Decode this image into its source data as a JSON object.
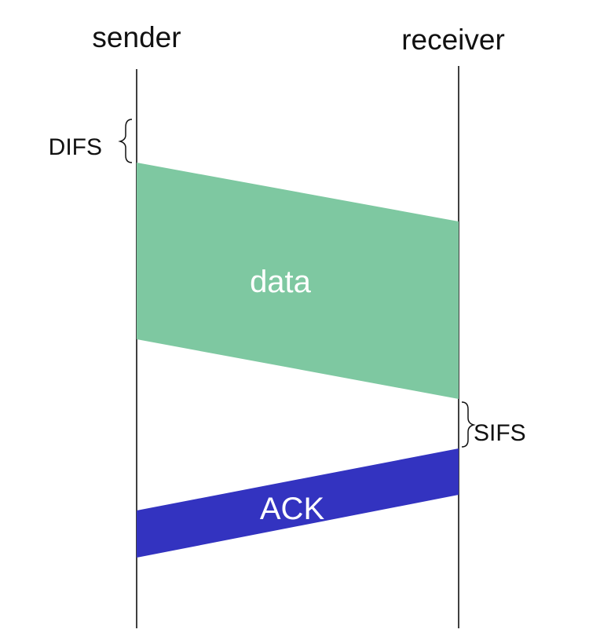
{
  "actors": {
    "sender": "sender",
    "receiver": "receiver"
  },
  "intervals": {
    "difs": "DIFS",
    "sifs": "SIFS"
  },
  "frames": {
    "data": {
      "label": "data",
      "color": "#7ec8a1"
    },
    "ack": {
      "label": "ACK",
      "color": "#3333c0"
    }
  },
  "colors": {
    "lifeline": "#111111",
    "text": "#111111"
  }
}
